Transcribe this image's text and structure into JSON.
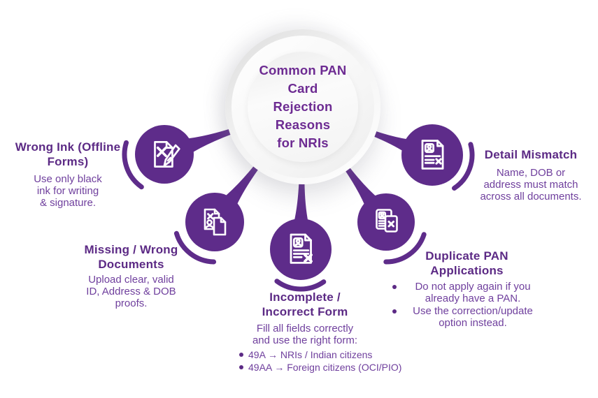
{
  "colors": {
    "purple": "#5e2c8a",
    "title": "#6d2b92",
    "heading": "#5c2a85",
    "body": "#6f3f9d",
    "icon": "#ffffff"
  },
  "title": {
    "text": "Common PAN Card Rejection Reasons for NRIs",
    "lines": [
      "Common PAN Card",
      "Rejection Reasons",
      "for NRIs"
    ]
  },
  "sections": [
    {
      "id": "wrong-ink",
      "icon": "document-x-pen-icon",
      "heading": "Wrong Ink (Offline Forms)",
      "heading_lines": [
        "Wrong Ink (Offline",
        "Forms)"
      ],
      "body_lines": [
        "Use only black",
        "ink for writing",
        "& signature."
      ]
    },
    {
      "id": "missing-documents",
      "icon": "documents-person-x-icon",
      "heading": "Missing / Wrong Documents",
      "heading_lines": [
        "Missing / Wrong",
        "Documents"
      ],
      "body_lines": [
        "Upload clear, valid",
        "ID, Address & DOB",
        "proofs."
      ]
    },
    {
      "id": "incomplete-form",
      "icon": "form-person-x-icon",
      "heading": "Incomplete / Incorrect Form",
      "heading_lines": [
        "Incomplete /",
        "Incorrect Form"
      ],
      "body_lines": [
        "Fill all fields correctly",
        "and use the right form:"
      ],
      "bullets": [
        "49A → NRIs / Indian citizens",
        "49AA → Foreign citizens (OCI/PIO)"
      ]
    },
    {
      "id": "duplicate-pan",
      "icon": "id-cards-x-icon",
      "heading": "Duplicate PAN Applications",
      "heading_lines": [
        "Duplicate PAN",
        "Applications"
      ],
      "bullets": [
        {
          "lines": [
            "Do not apply again if you",
            "already have a PAN."
          ]
        },
        {
          "lines": [
            "Use the correction/update",
            "option instead."
          ]
        }
      ]
    },
    {
      "id": "detail-mismatch",
      "icon": "document-person-lines-x-icon",
      "heading": "Detail Mismatch",
      "heading_lines": [
        "Detail Mismatch"
      ],
      "body_lines": [
        "Name, DOB or",
        "address must match",
        "across all documents."
      ]
    }
  ]
}
